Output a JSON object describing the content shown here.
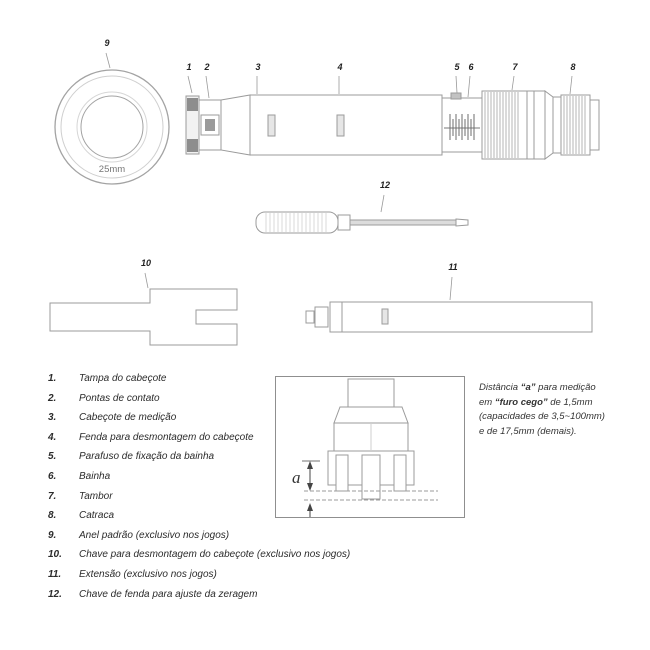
{
  "figure": {
    "callouts": {
      "c1": "1",
      "c2": "2",
      "c3": "3",
      "c4": "4",
      "c5": "5",
      "c6": "6",
      "c7": "7",
      "c8": "8",
      "c9": "9",
      "c10": "10",
      "c11": "11",
      "c12": "12"
    },
    "ring_size_label": "25mm"
  },
  "detail_box": {
    "dimension_label": "a"
  },
  "note": {
    "l1a": "Distância ",
    "l1b": "“a”",
    "l1c": " para medição",
    "l2a": "em ",
    "l2b": "“furo cego”",
    "l2c": " de 1,5mm",
    "l3": "(capacidades de 3,5~100mm)",
    "l4": "e de 17,5mm (demais)."
  },
  "legend": {
    "items": [
      {
        "num": "1.",
        "text": "Tampa do cabeçote"
      },
      {
        "num": "2.",
        "text": "Pontas de contato"
      },
      {
        "num": "3.",
        "text": "Cabeçote de medição"
      },
      {
        "num": "4.",
        "text": "Fenda para desmontagem do cabeçote"
      },
      {
        "num": "5.",
        "text": "Parafuso de fixação da bainha"
      },
      {
        "num": "6.",
        "text": "Bainha"
      },
      {
        "num": "7.",
        "text": "Tambor"
      },
      {
        "num": "8.",
        "text": "Catraca"
      },
      {
        "num": "9.",
        "text": "Anel padrão (exclusivo nos jogos)"
      },
      {
        "num": "10.",
        "text": "Chave para desmontagem do cabeçote (exclusivo nos jogos)"
      },
      {
        "num": "11.",
        "text": "Extensão (exclusivo nos jogos)"
      },
      {
        "num": "12.",
        "text": "Chave de fenda para ajuste da zeragem"
      }
    ]
  }
}
